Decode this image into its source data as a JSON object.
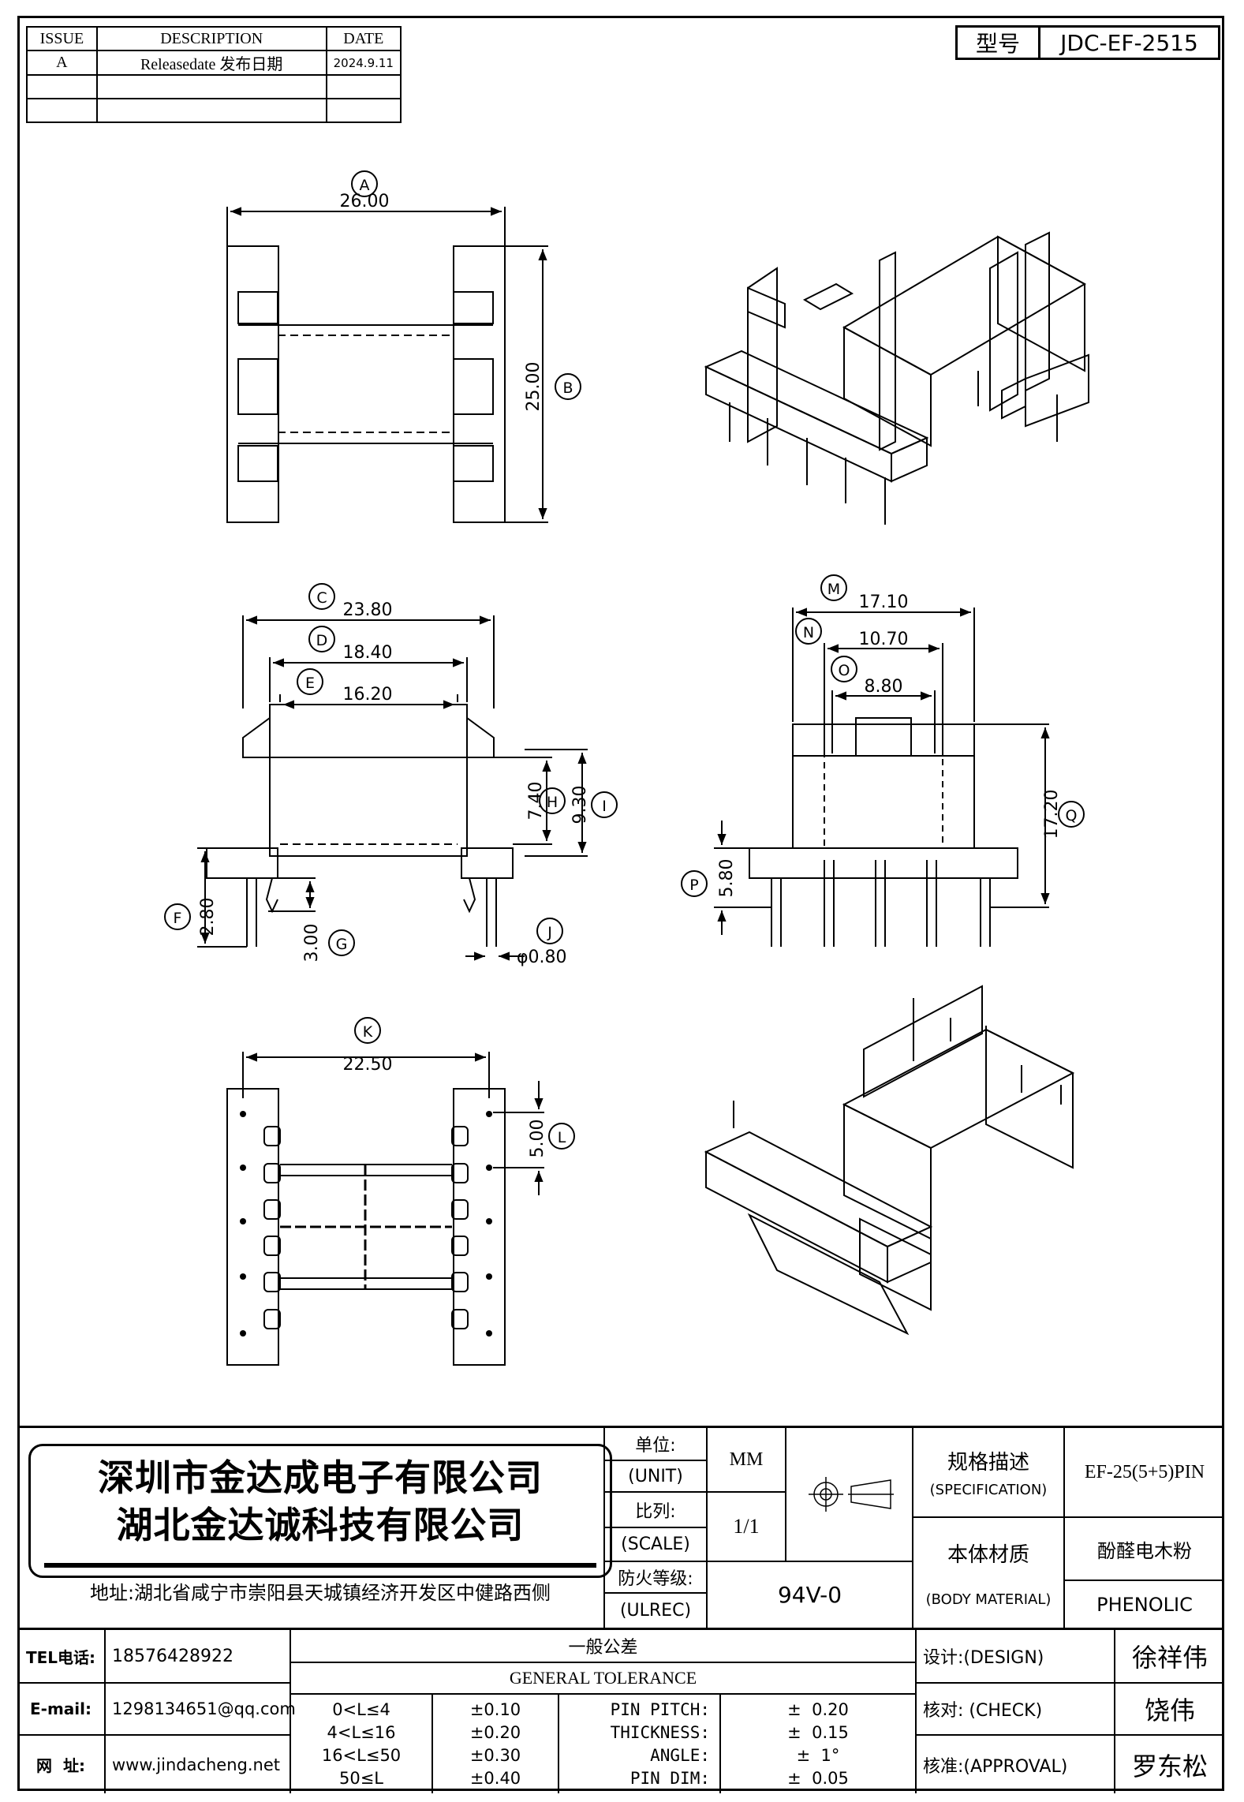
{
  "revision_table": {
    "headers": [
      "ISSUE",
      "DESCRIPTION",
      "DATE"
    ],
    "rows": [
      {
        "issue": "A",
        "description": "Releasedate 发布日期",
        "date": "2024.9.11"
      },
      {
        "issue": "",
        "description": "",
        "date": ""
      },
      {
        "issue": "",
        "description": "",
        "date": ""
      }
    ]
  },
  "model": {
    "label": "型号",
    "value": "JDC-EF-2515"
  },
  "dimensions": {
    "A": "26.00",
    "B": "25.00",
    "C": "23.80",
    "D": "18.40",
    "E": "16.20",
    "F": "2.80",
    "G": "3.00",
    "H": "7.40",
    "I": "9.30",
    "J": "φ0.80",
    "K": "22.50",
    "L": "5.00",
    "M": "17.10",
    "N": "10.70",
    "O": "8.80",
    "P": "5.80",
    "Q": "17.20"
  },
  "title_block": {
    "company_1": "深圳市金达成电子有限公司",
    "company_2": "湖北金达诚科技有限公司",
    "address": "地址:湖北省咸宁市崇阳县天城镇经济开发区中健路西侧",
    "unit_label": "单位:",
    "unit_label_en": "(UNIT)",
    "unit_value": "MM",
    "scale_label": "比列:",
    "scale_label_en": "(SCALE)",
    "scale_value": "1/1",
    "ulrec_label": "防火等级:",
    "ulrec_label_en": "(ULREC)",
    "ulrec_value": "94V-0",
    "spec_label": "规格描述",
    "spec_label_en": "(SPECIFICATION)",
    "spec_value": "EF-25(5+5)PIN",
    "material_label": "本体材质",
    "material_label_en": "(BODY MATERIAL)",
    "material_value_cn": "酚醛电木粉",
    "material_value_en": "PHENOLIC",
    "tel_label": "TEL电话:",
    "tel_value": "18576428922",
    "email_label": "E-mail:",
    "email_value": "1298134651@qq.com",
    "web_label": "网  址:",
    "web_value": "www.jindacheng.net",
    "tolerance_title_cn": "一般公差",
    "tolerance_title_en": "GENERAL TOLERANCE",
    "tolerance_rows": [
      {
        "range": "0<L≤4",
        "tol": "±0.10",
        "item": "PIN PITCH:",
        "item_tol": "±  0.20"
      },
      {
        "range": "4<L≤16",
        "tol": "±0.20",
        "item": "THICKNESS:",
        "item_tol": "±  0.15"
      },
      {
        "range": "16<L≤50",
        "tol": "±0.30",
        "item": "ANGLE:",
        "item_tol": "±  1°"
      },
      {
        "range": "50≤L",
        "tol": "±0.40",
        "item": "PIN DIM:",
        "item_tol": "±  0.05"
      }
    ],
    "design_label": "设计:(DESIGN)",
    "design_value": "徐祥伟",
    "check_label": "核对: (CHECK)",
    "check_value": "饶伟",
    "approval_label": "核准:(APPROVAL)",
    "approval_value": "罗东松"
  }
}
